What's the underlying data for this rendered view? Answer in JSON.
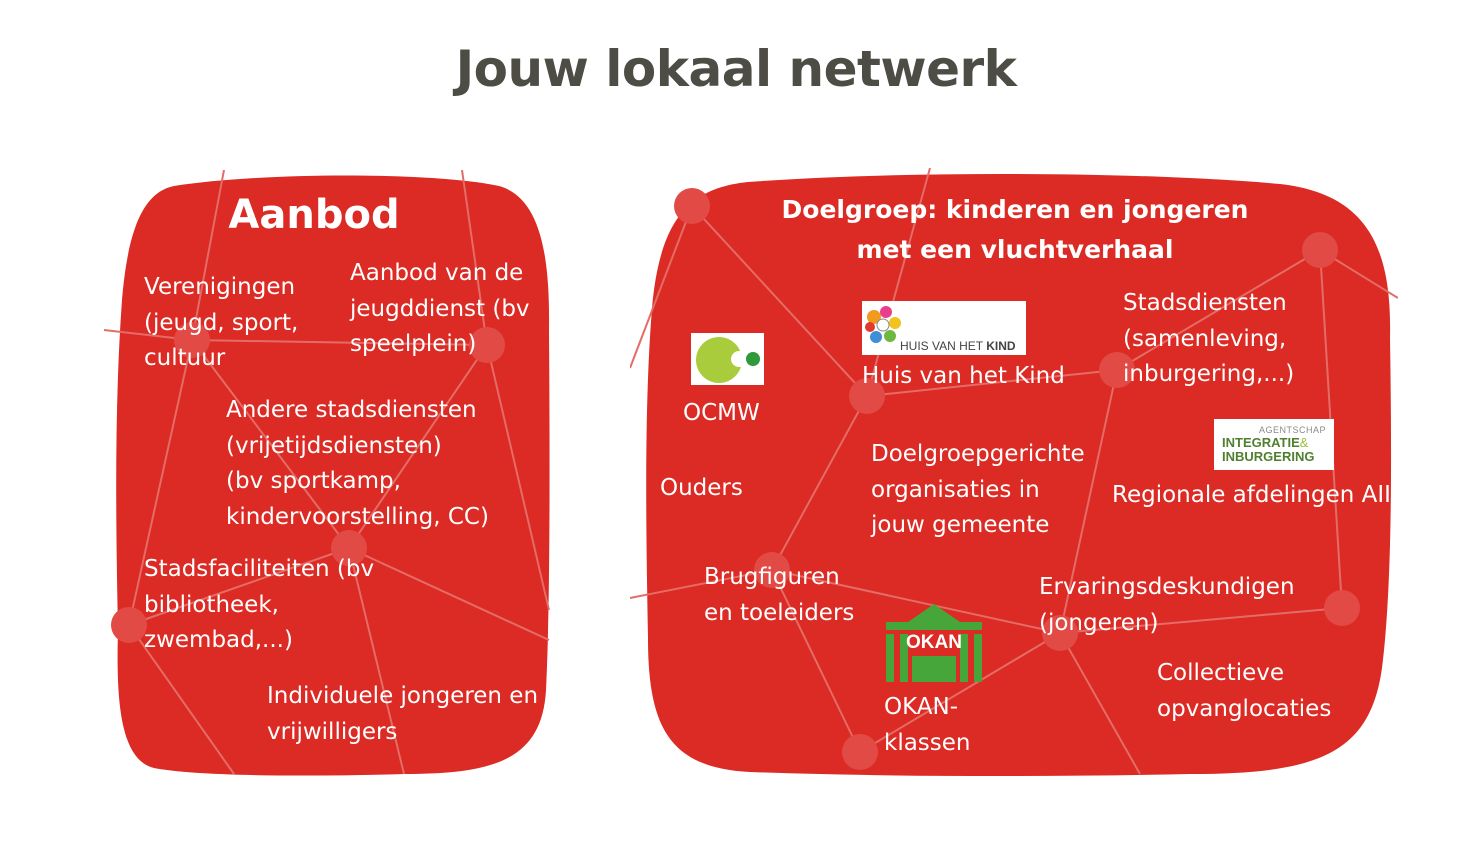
{
  "title": "Jouw lokaal netwerk",
  "colors": {
    "blob_red": "#dc2a24",
    "network_line": "#e46c66",
    "node": "#e24b45",
    "title_text": "#4d4d46",
    "okan_green": "#46a63a",
    "ocmw_green": "#a9cc3d"
  },
  "aanbod": {
    "heading": "Aanbod",
    "items": {
      "verenigingen": [
        "Verenigingen",
        "(jeugd, sport,",
        "cultuur"
      ],
      "jeugddienst": [
        "Aanbod van de",
        "jeugddienst (bv",
        "speelplein)"
      ],
      "stadsdiensten": [
        "Andere stadsdiensten",
        "(vrijetijdsdiensten)",
        "(bv sportkamp,",
        "kindervoorstelling, CC)"
      ],
      "stadsfaciliteiten": [
        "Stadsfaciliteiten (bv",
        "bibliotheek,",
        "zwembad,...)"
      ],
      "individuele": [
        "Individuele jongeren en",
        "vrijwilligers"
      ]
    }
  },
  "doelgroep": {
    "heading": [
      "Doelgroep: kinderen en jongeren",
      "met een vluchtverhaal"
    ],
    "items": {
      "ocmw": [
        "OCMW"
      ],
      "ouders": [
        "Ouders"
      ],
      "huis_van_het_kind": [
        "Huis van het Kind"
      ],
      "stadsdiensten": [
        "Stadsdiensten",
        "(samenleving,",
        "inburgering,...)"
      ],
      "doelgroepgerichte": [
        "Doelgroepgerichte",
        "organisaties in",
        "jouw gemeente"
      ],
      "regionale": [
        "Regionale afdelingen AII"
      ],
      "brugfiguren": [
        "Brugfiguren",
        "en toeleiders"
      ],
      "ervaringsdeskundigen": [
        "Ervaringsdeskundigen",
        "(jongeren)"
      ],
      "okan": [
        "OKAN-",
        "klassen"
      ],
      "collectieve": [
        "Collectieve",
        "opvanglocaties"
      ]
    },
    "logos": {
      "huis_van_het_kind": {
        "text_light": "HUIS VAN HET ",
        "text_bold": "KIND",
        "icon": "flower-icon"
      },
      "agii": {
        "line1": "AGENTSCHAP",
        "line2": "INTEGRATIE",
        "amp": "&",
        "line3": "INBURGERING"
      },
      "okan": {
        "text": "OKAN",
        "icon": "building-icon"
      },
      "ocmw": {
        "icon": "ocmw-circle-icon"
      }
    }
  }
}
